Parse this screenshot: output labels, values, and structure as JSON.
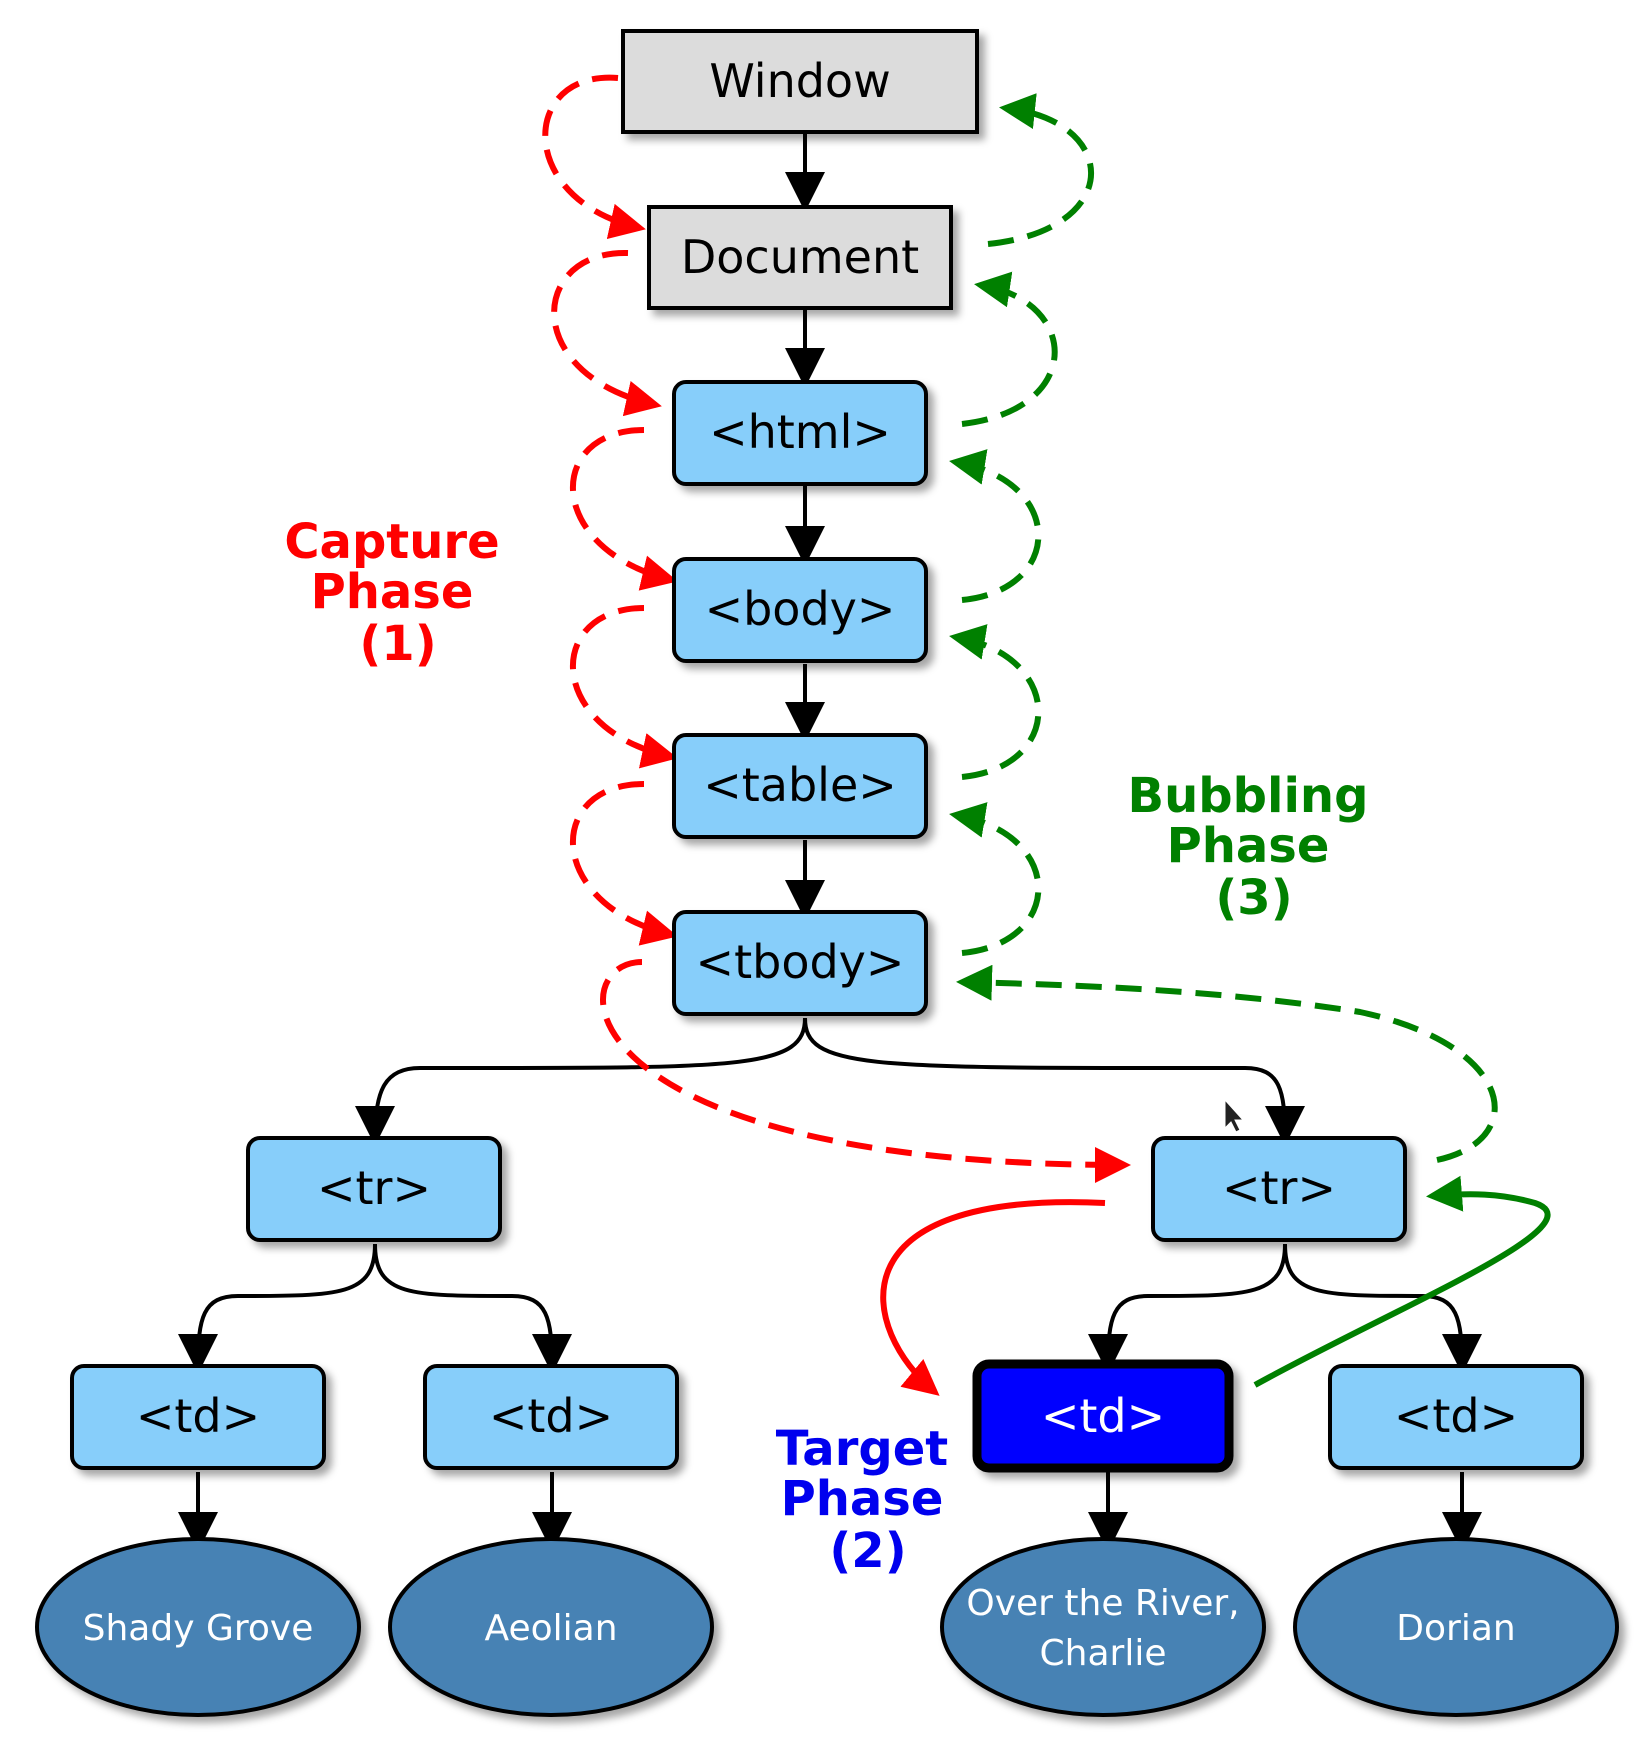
{
  "nodes": {
    "window": "Window",
    "document": "Document",
    "html": "<html>",
    "body": "<body>",
    "table": "<table>",
    "tbody": "<tbody>",
    "tr_left": "<tr>",
    "tr_right": "<tr>",
    "td_1": "<td>",
    "td_2": "<td>",
    "td_target": "<td>",
    "td_4": "<td>"
  },
  "leaves": {
    "leaf_1": "Shady Grove",
    "leaf_2": "Aeolian",
    "leaf_3_line1": "Over the River,",
    "leaf_3_line2": "Charlie",
    "leaf_4": "Dorian"
  },
  "phases": {
    "capture": {
      "line1": "Capture",
      "line2": "Phase",
      "line3": "(1)",
      "color": "#ff0000"
    },
    "target": {
      "line1": "Target",
      "line2": "Phase",
      "line3": "(2)",
      "color": "#0000ee"
    },
    "bubbling": {
      "line1": "Bubbling",
      "line2": "Phase",
      "line3": "(3)",
      "color": "#008000"
    }
  },
  "colors": {
    "gray_box": "#dcdcdc",
    "blue_box": "#87cefa",
    "target_box": "#0000ff",
    "leaf_fill": "#4682b4",
    "capture_arrow": "#ff0000",
    "bubble_arrow": "#008000"
  }
}
